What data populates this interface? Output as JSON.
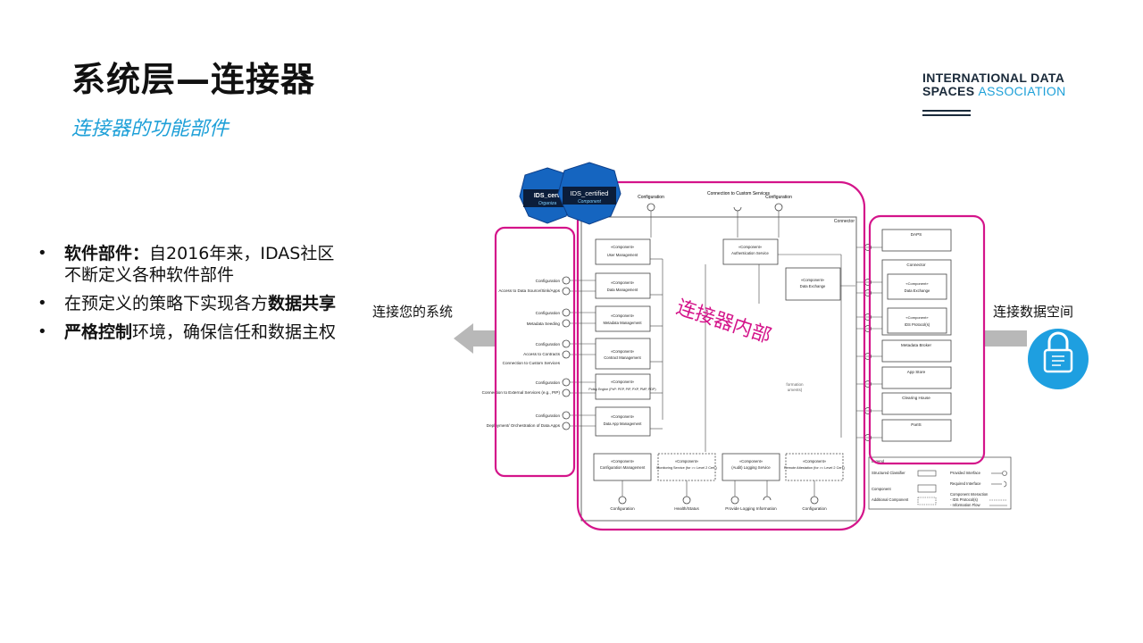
{
  "slide": {
    "title": "系统层—连接器",
    "subtitle": "连接器的功能部件",
    "logo": {
      "line1": "INTERNATIONAL DATA",
      "line2_a": "SPACES ",
      "line2_b": "ASSOCIATION"
    },
    "bullets": [
      {
        "bold": "软件部件：",
        "text": "自2016年来，IDAS社区不断定义各种软件部件",
        "bold2": "",
        "text2": ""
      },
      {
        "bold": "",
        "text": "在预定义的策略下实现各方",
        "bold2": "数据共享",
        "text2": ""
      },
      {
        "bold": "严格控制",
        "text": "环境，确保信任和数据主权",
        "bold2": "",
        "text2": ""
      }
    ],
    "left_label": "连接您的系统",
    "right_label": "连接数据空间",
    "overlay_label": "连接器内部"
  },
  "diagram": {
    "badge1": {
      "line1": "IDS_certi",
      "line2": "Organiza"
    },
    "badge2": {
      "line1": "IDS_certified",
      "line2": "Component"
    },
    "connector_title": "Connector",
    "stereotype": "«Component»",
    "top_labels": [
      "Configuration",
      "Connection to Custom Services",
      "Configuration"
    ],
    "left_interfaces": [
      "Configuration",
      "Access to Data Source/Sink/Apps",
      "Configuration",
      "Metadata Seeding",
      "Configuration",
      "Access to Contracts",
      "Connection to Custom Services",
      "Configuration",
      "Connection to External Services (e.g., PIP)",
      "Configuration",
      "Deployment/ Orchestration of Data Apps"
    ],
    "inner_components": [
      "User Management",
      "Authentication Service",
      "Data Exchange",
      "Data Management",
      "Metadata Management",
      "Contract Management",
      "Policy Engine (PxP: PEP, PIP, PXP, PMP, PDP)",
      "Data App Management"
    ],
    "bottom_components": [
      "Configuration Management",
      "Monitoring Service (for >= Level 2 Cert.)",
      "(Audit) Logging Service",
      "Remote Attestation (for >= Level 2 Cert.)"
    ],
    "bottom_labels": [
      "Configuration",
      "Health/Status",
      "Provide Logging Information",
      "Configuration"
    ],
    "faint_text": [
      "formation",
      "uments)"
    ],
    "right_components": [
      "DAPS",
      "Connector",
      "Data Exchange",
      "IDS Protocol(s)",
      "Metadata Broker",
      "App Store",
      "Clearing House",
      "ParIS"
    ],
    "legend": {
      "title": "Legend",
      "items": [
        "Structured Classifier",
        "Provided Interface",
        "Required Interface",
        "Component",
        "Component Interaction",
        "- IDS Protocol(s)",
        "- Information Flow",
        "Additional Component"
      ]
    }
  },
  "colors": {
    "accent": "#1ea0d8",
    "highlight": "#d4148a",
    "arrow": "#b8b8b8",
    "badge": "#1565c0"
  },
  "icons": [
    "arrow-left-icon",
    "arrow-right-icon",
    "lock-data-icon",
    "certified-badge-icon"
  ]
}
